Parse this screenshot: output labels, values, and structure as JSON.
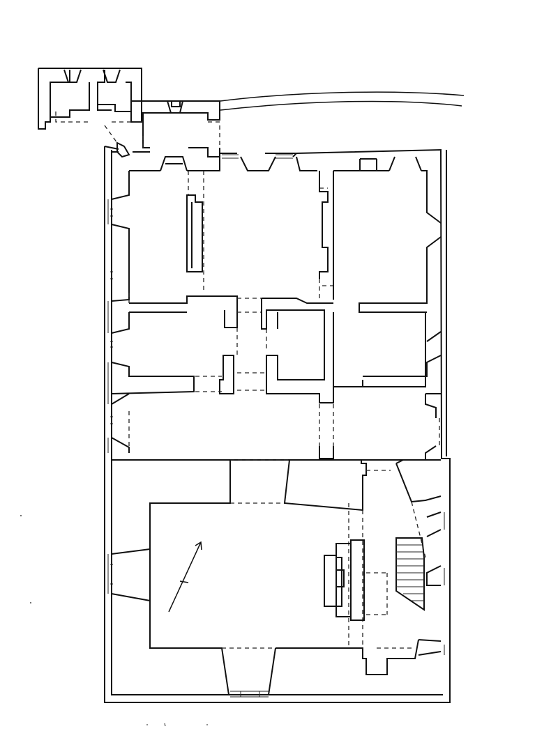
{
  "drawing": {
    "kind": "architectural floor plan",
    "text_labels": [],
    "symbols": [
      {
        "name": "north-arrow-icon",
        "direction": "north-east"
      },
      {
        "name": "stair-hatching",
        "treads": 8
      }
    ],
    "line_color": "#111111",
    "background_color": "#ffffff"
  }
}
